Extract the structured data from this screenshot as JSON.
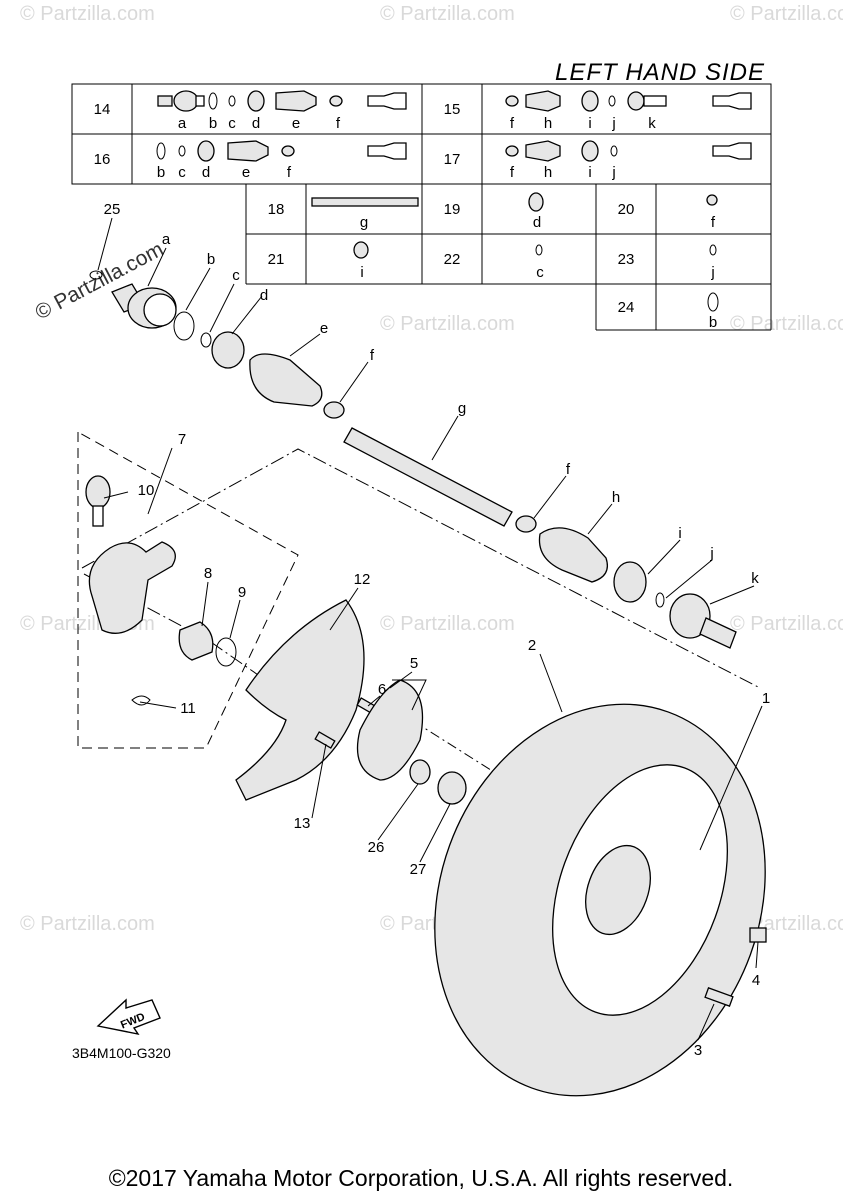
{
  "header": {
    "title": "LEFT HAND SIDE"
  },
  "footer": {
    "copyright": "©2017 Yamaha Motor Corporation, U.S.A. All rights reserved."
  },
  "diagram_code": "3B4M100-G320",
  "fwd_label": "FWD",
  "watermark": "© Partzilla.com",
  "kit_table": {
    "rows": [
      {
        "num": "14",
        "letters": [
          "a",
          "b",
          "c",
          "d",
          "e",
          "f"
        ]
      },
      {
        "num": "15",
        "letters": [
          "f",
          "h",
          "i",
          "j",
          "k"
        ]
      },
      {
        "num": "16",
        "letters": [
          "b",
          "c",
          "d",
          "e",
          "f"
        ]
      },
      {
        "num": "17",
        "letters": [
          "f",
          "h",
          "i",
          "j"
        ]
      },
      {
        "num": "18",
        "letters": [
          "g"
        ]
      },
      {
        "num": "19",
        "letters": [
          "d"
        ]
      },
      {
        "num": "20",
        "letters": [
          "f"
        ]
      },
      {
        "num": "21",
        "letters": [
          "i"
        ]
      },
      {
        "num": "22",
        "letters": [
          "c"
        ]
      },
      {
        "num": "23",
        "letters": [
          "j"
        ]
      },
      {
        "num": "24",
        "letters": [
          "b"
        ]
      }
    ]
  },
  "callouts": {
    "numbers": [
      "1",
      "2",
      "3",
      "4",
      "5",
      "6",
      "7",
      "8",
      "9",
      "10",
      "11",
      "12",
      "13",
      "25",
      "26",
      "27"
    ],
    "letters": [
      "a",
      "b",
      "c",
      "d",
      "e",
      "f",
      "g",
      "f",
      "h",
      "i",
      "j",
      "k"
    ]
  }
}
